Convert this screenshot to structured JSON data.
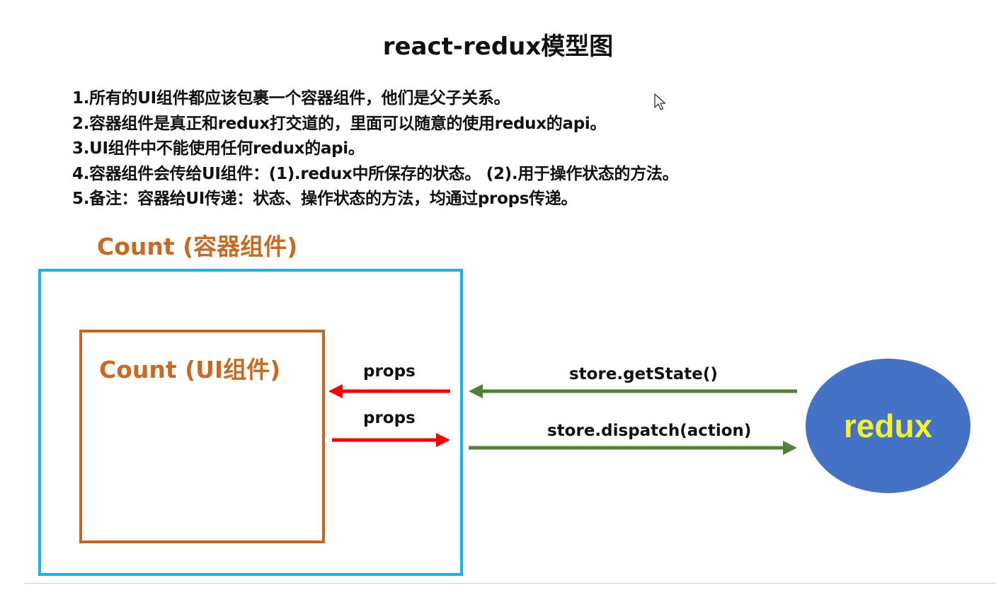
{
  "title": "react-redux模型图",
  "notes": [
    "1.所有的UI组件都应该包裹一个容器组件，他们是父子关系。",
    "2.容器组件是真正和redux打交道的，里面可以随意的使用redux的api。",
    "3.UI组件中不能使用任何redux的api。",
    "4.容器组件会传给UI组件：(1).redux中所保存的状态。 (2).用于操作状态的方法。",
    "5.备注：容器给UI传递：状态、操作状态的方法，均通过props传递。"
  ],
  "container": {
    "label": "Count (容器组件)",
    "border_color": "#19b2ea"
  },
  "ui_component": {
    "label": "Count (UI组件)",
    "border_color": "#c9661e"
  },
  "redux_node": {
    "label": "redux",
    "fill": "#4472c4",
    "text_color": "#f4f02a"
  },
  "edges": {
    "props_in": {
      "label": "props",
      "color": "#ff0000",
      "direction": "to-ui"
    },
    "props_out": {
      "label": "props",
      "color": "#ff0000",
      "direction": "to-container"
    },
    "get_state": {
      "label": "store.getState()",
      "color": "#538135",
      "direction": "to-container"
    },
    "dispatch": {
      "label": "store.dispatch(action)",
      "color": "#538135",
      "direction": "to-redux"
    }
  }
}
